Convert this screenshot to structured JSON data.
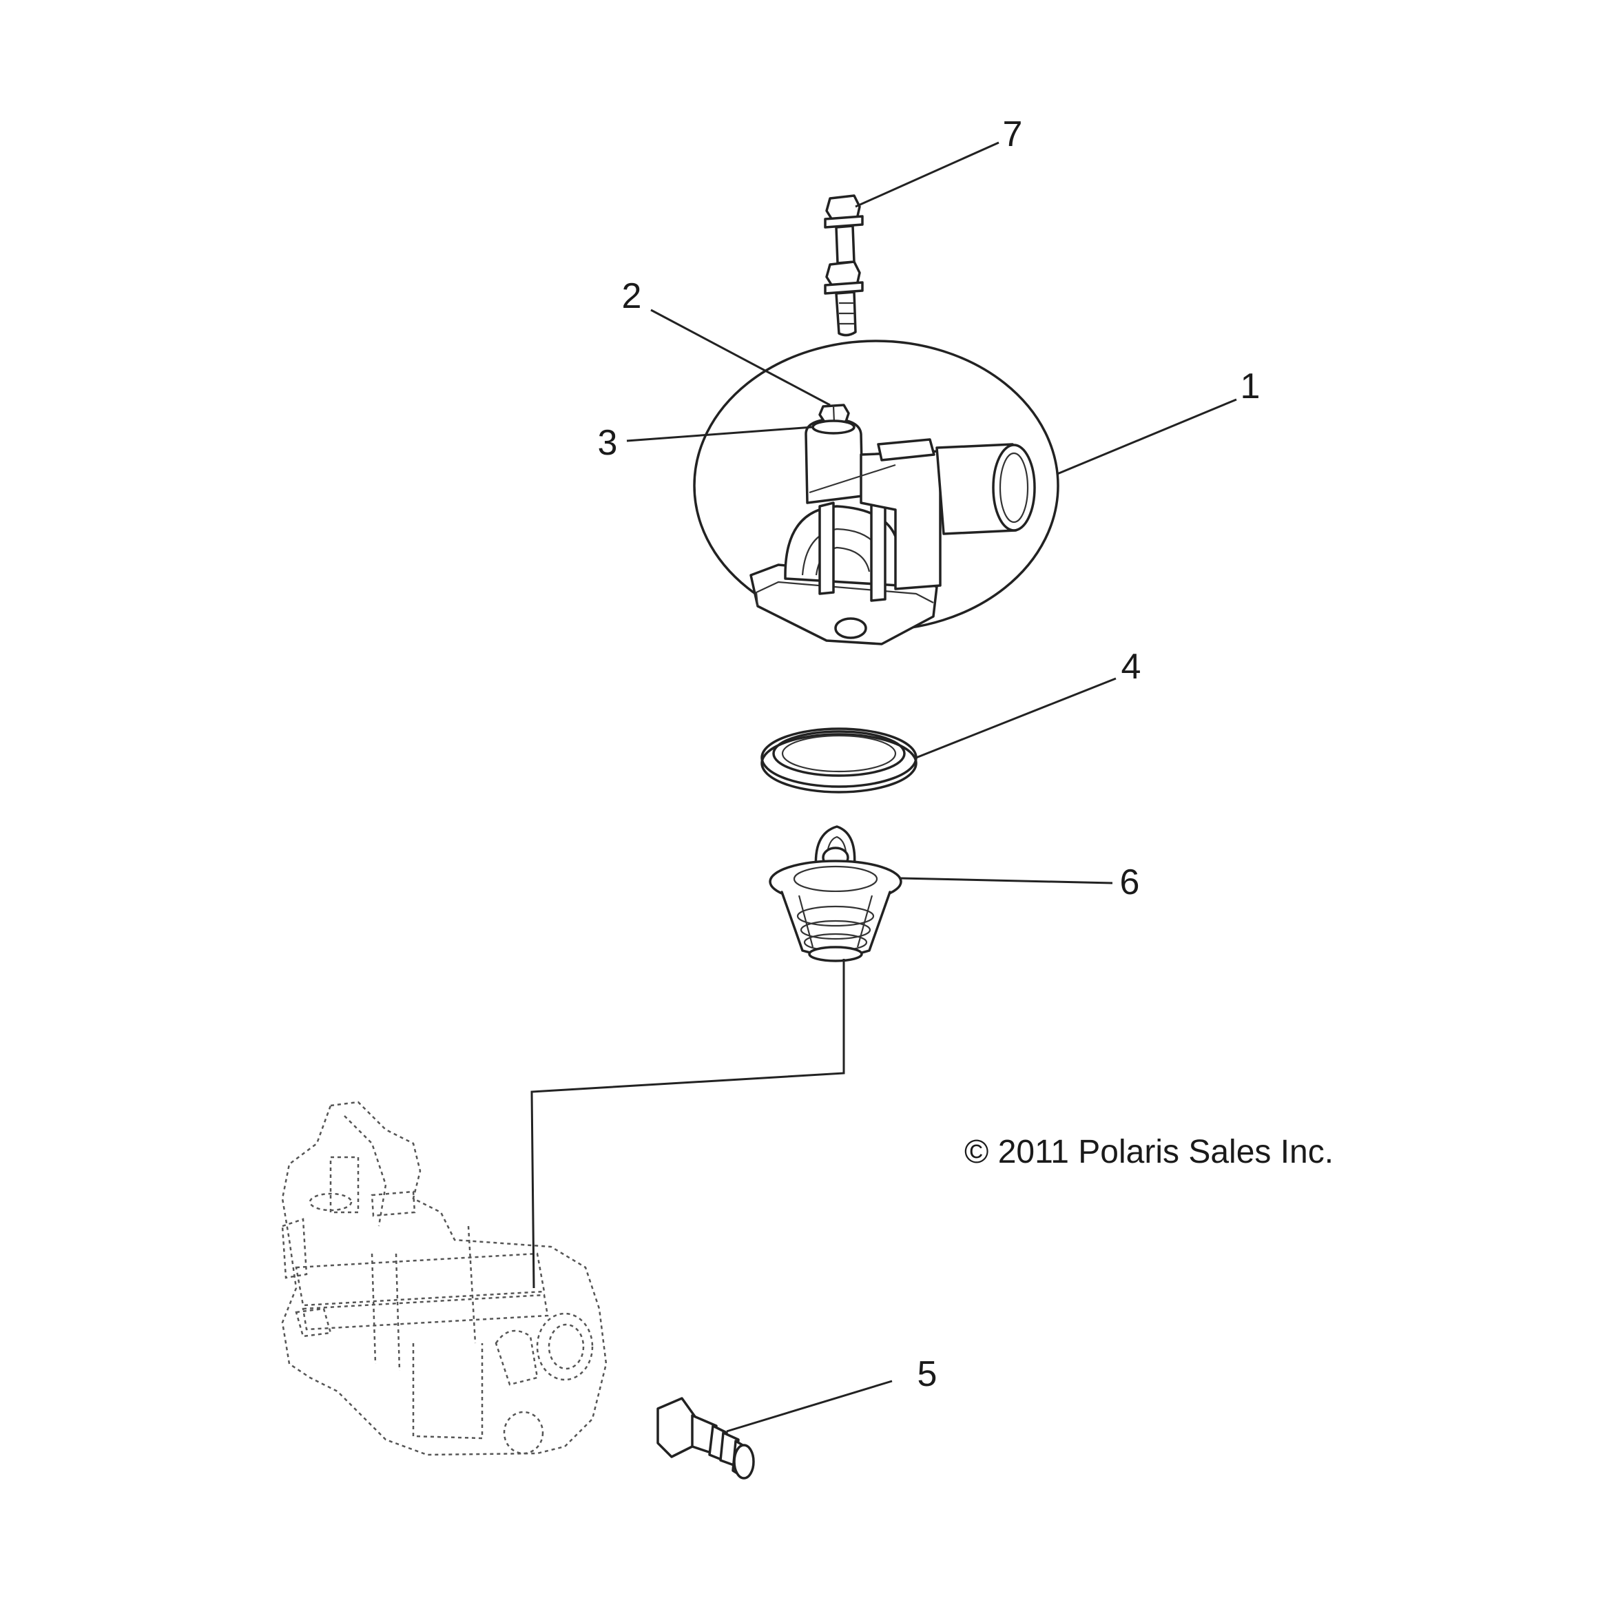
{
  "callouts": {
    "c1": "1",
    "c2": "2",
    "c3": "3",
    "c4": "4",
    "c5": "5",
    "c6": "6",
    "c7": "7"
  },
  "copyright": "© 2011 Polaris Sales Inc.",
  "parts": {
    "p1": "thermostat-housing",
    "p2": "bleed-screw",
    "p3": "bleed-screw-seal",
    "p4": "seal-ring",
    "p5": "hose-fitting",
    "p6": "thermostat",
    "p7": "screw"
  }
}
